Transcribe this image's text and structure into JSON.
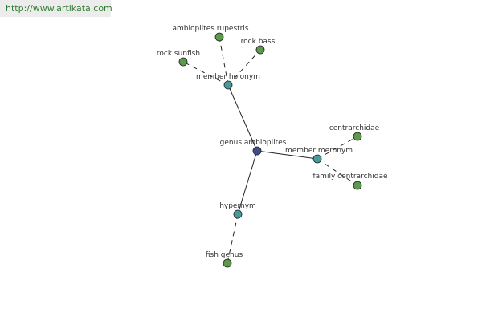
{
  "watermark": "http://www.artikata.com",
  "colors": {
    "center_node": "#3f4f8c",
    "relation_node": "#4a9a9a",
    "leaf_node": "#5a9a4a",
    "edge": "#222222"
  },
  "graph": {
    "center": {
      "label": "genus ambloplites"
    },
    "relations": [
      {
        "label": "member holonym",
        "leaves": [
          {
            "label": "ambloplites rupestris"
          },
          {
            "label": "rock bass"
          },
          {
            "label": "rock sunfish"
          }
        ]
      },
      {
        "label": "member meronym",
        "leaves": [
          {
            "label": "centrarchidae"
          },
          {
            "label": "family centrarchidae"
          }
        ]
      },
      {
        "label": "hypernym",
        "leaves": [
          {
            "label": "fish genus"
          }
        ]
      }
    ]
  }
}
